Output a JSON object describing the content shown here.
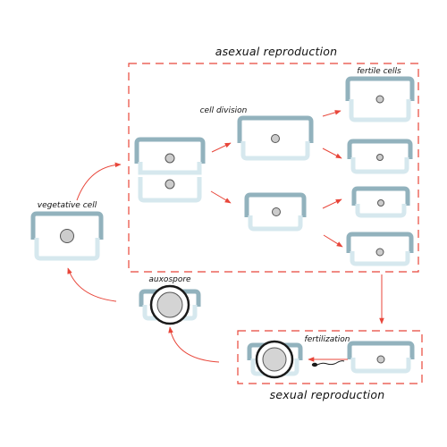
{
  "labels": {
    "asexual": "asexual reproduction",
    "sexual": "sexual reproduction",
    "cell_division": "cell division",
    "fertile_cells": "fertile cells",
    "vegetative_cell": "vegetative cell",
    "auxospore": "auxospore",
    "fertilization": "fertilization"
  },
  "colors": {
    "arrow": "#e8463a",
    "dashed_box": "#e8463a",
    "valve_dark": "#92b2bd",
    "valve_light": "#d6e8ee",
    "nucleus": "#cccccc",
    "nucleus_stroke": "#555555",
    "auxospore_ring": "#1a1a1a"
  }
}
